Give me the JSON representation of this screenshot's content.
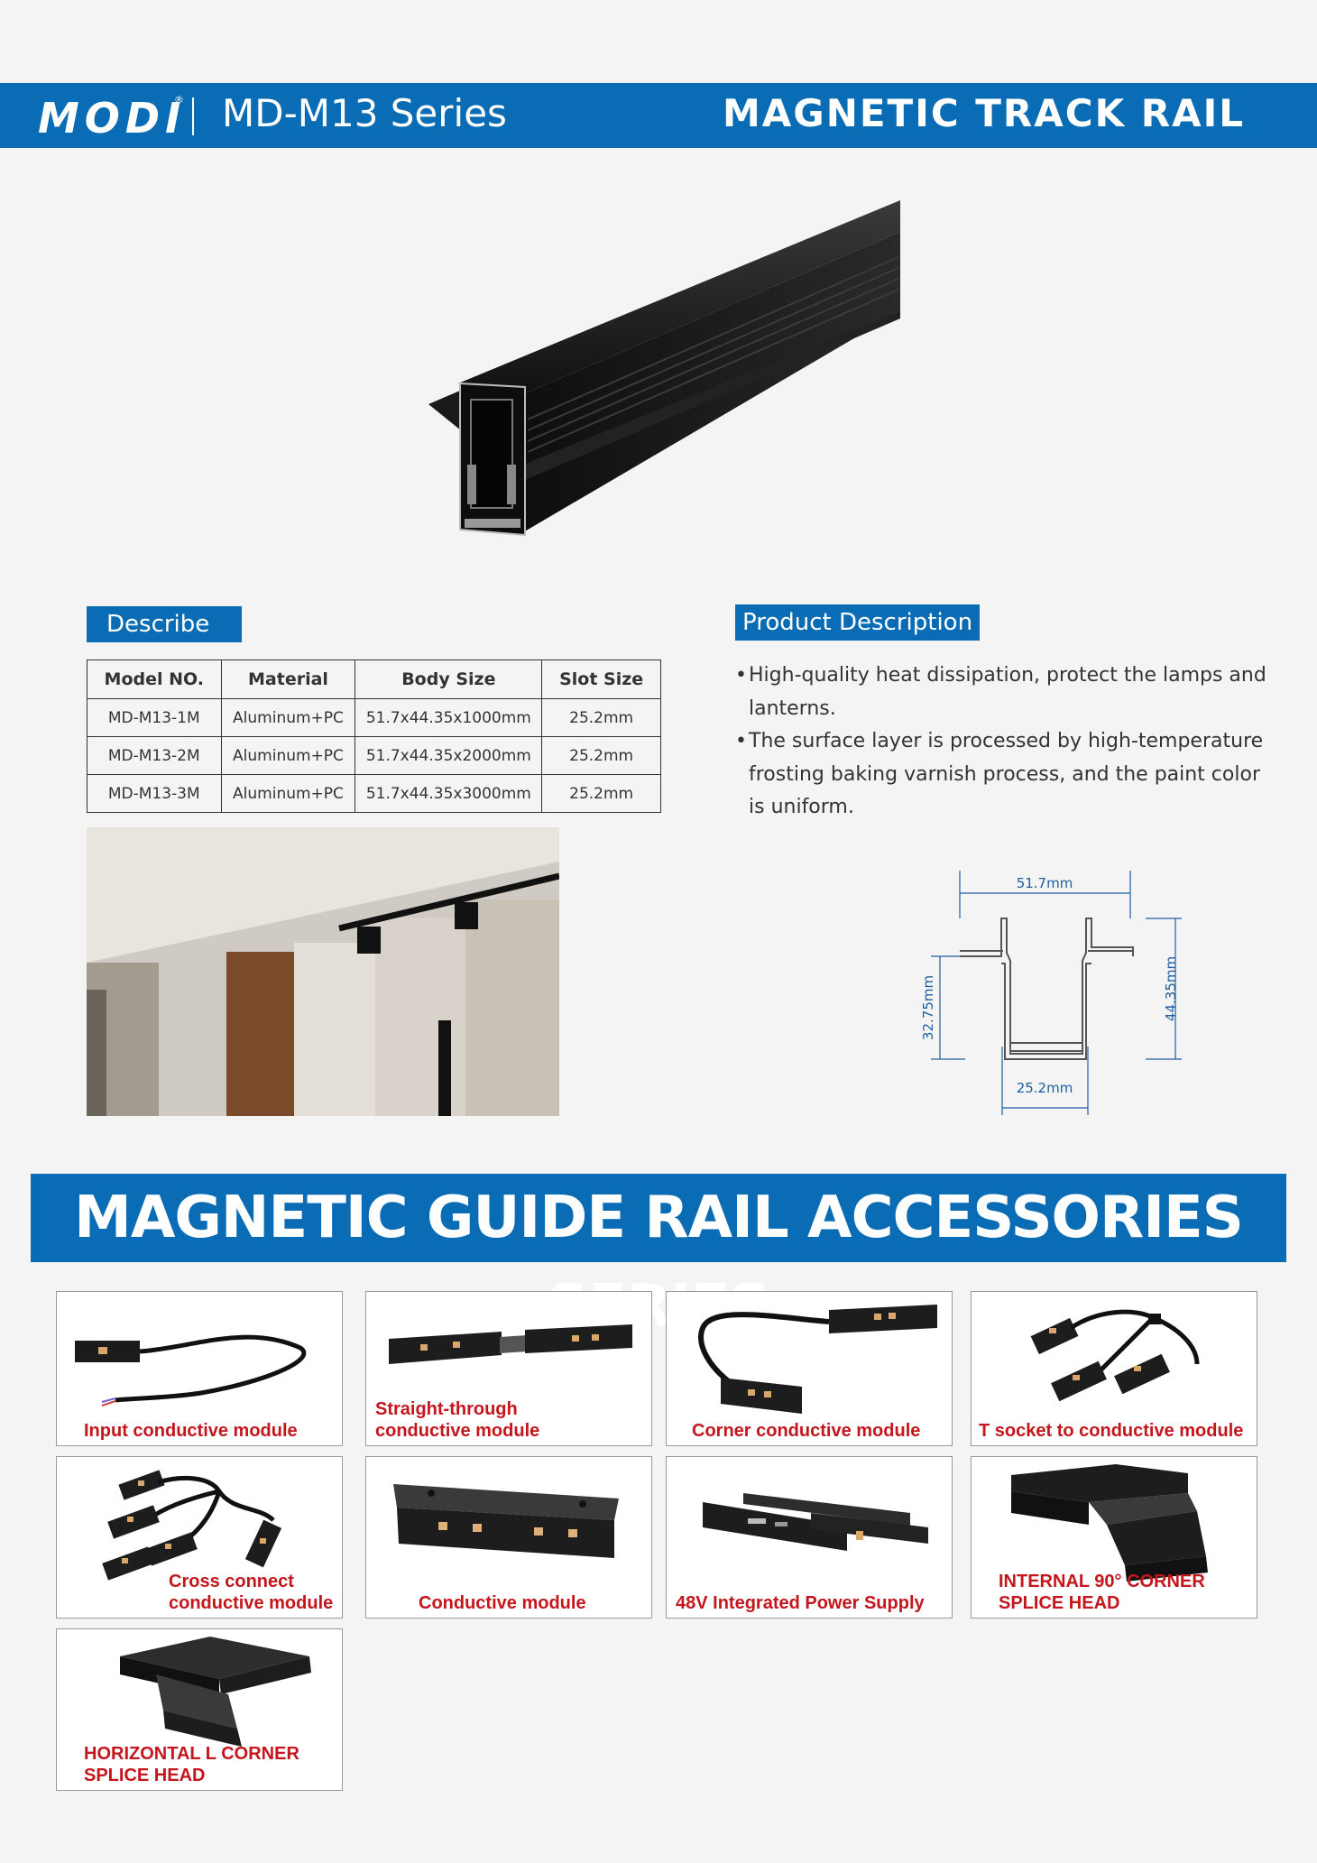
{
  "header": {
    "logo": "MODI",
    "logo_mark": "®",
    "series": "MD-M13 Series",
    "title": "MAGNETIC TRACK RAIL"
  },
  "describe": {
    "label": "Describe",
    "columns": [
      "Model NO.",
      "Material",
      "Body Size",
      "Slot Size"
    ],
    "rows": [
      [
        "MD-M13-1M",
        "Aluminum+PC",
        "51.7x44.35x1000mm",
        "25.2mm"
      ],
      [
        "MD-M13-2M",
        "Aluminum+PC",
        "51.7x44.35x2000mm",
        "25.2mm"
      ],
      [
        "MD-M13-3M",
        "Aluminum+PC",
        "51.7x44.35x3000mm",
        "25.2mm"
      ]
    ]
  },
  "product_description": {
    "label": "Product Description",
    "bullets": [
      "High-quality heat dissipation, protect the lamps and lanterns.",
      "The surface layer is processed by high-temperature frosting baking varnish process, and the paint color is uniform."
    ]
  },
  "drawing": {
    "width_label": "51.7mm",
    "height_label": "44.35mm",
    "inner_height_label": "32.75mm",
    "slot_label": "25.2mm"
  },
  "accessories": {
    "banner": "MAGNETIC GUIDE RAIL ACCESSORIES SERIES",
    "items": [
      {
        "caption": "Input conductive module",
        "icon": "input-module-icon"
      },
      {
        "caption": "Straight-through\nconductive module",
        "icon": "straight-module-icon"
      },
      {
        "caption": "Corner conductive module",
        "icon": "corner-module-icon"
      },
      {
        "caption": "T socket to conductive module",
        "icon": "t-socket-icon"
      },
      {
        "caption": "Cross connect\nconductive module",
        "icon": "cross-module-icon"
      },
      {
        "caption": "Conductive module",
        "icon": "conductive-module-icon"
      },
      {
        "caption": "48V Integrated Power Supply",
        "icon": "power-supply-icon"
      },
      {
        "caption": "INTERNAL 90° CORNER\nSPLICE HEAD",
        "icon": "internal-corner-icon"
      },
      {
        "caption": "HORIZONTAL L CORNER\nSPLICE HEAD",
        "icon": "l-corner-icon"
      }
    ]
  },
  "colors": {
    "brand_blue": "#0a6cb4",
    "caption_red": "#c4161c"
  }
}
